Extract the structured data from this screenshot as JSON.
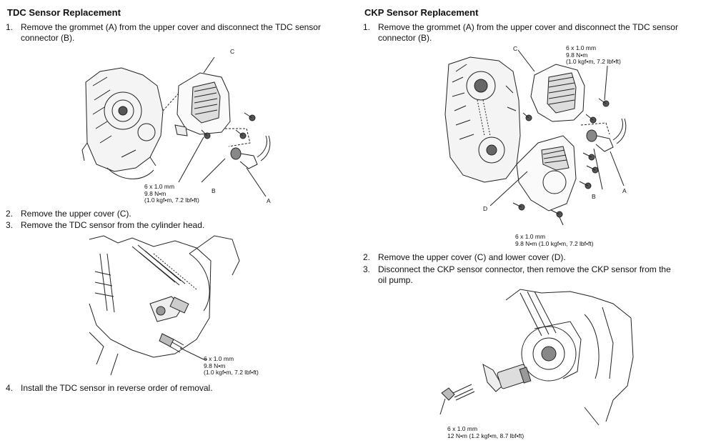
{
  "tdc": {
    "title": "TDC Sensor Replacement",
    "steps": [
      {
        "num": "1.",
        "line1": "Remove the grommet (A) from the upper cover and disconnect the TDC sensor",
        "line2": "connector (B)."
      },
      {
        "num": "2.",
        "line1": "Remove the upper cover (C)."
      },
      {
        "num": "3.",
        "line1": "Remove the TDC sensor from the cylinder head."
      },
      {
        "num": "4.",
        "line1": "Install the TDC sensor in reverse order of removal."
      }
    ],
    "figure1": {
      "label_c": "C",
      "label_b": "B",
      "label_a": "A",
      "torque": [
        "6 x 1.0 mm",
        "9.8 N•m",
        "(1.0 kgf•m, 7.2 lbf•ft)"
      ]
    },
    "figure2": {
      "torque": [
        "6 x 1.0 mm",
        "9.8 N•m",
        "(1.0 kgf•m, 7.2 lbf•ft)"
      ]
    }
  },
  "ckp": {
    "title": "CKP Sensor Replacement",
    "steps": [
      {
        "num": "1.",
        "line1": "Remove the grommet (A) from the upper cover and disconnect the TDC sensor",
        "line2": "connector (B)."
      },
      {
        "num": "2.",
        "line1": "Remove the upper cover (C) and lower cover (D)."
      },
      {
        "num": "3.",
        "line1": "Disconnect the CKP sensor connector, then remove the CKP sensor from the",
        "line2": "oil pump."
      }
    ],
    "figure1": {
      "label_c": "C",
      "label_d": "D",
      "label_b": "B",
      "label_a": "A",
      "torque_top": [
        "6 x 1.0 mm",
        "9.8 N•m",
        "(1.0 kgf•m, 7.2 lbf•ft)"
      ],
      "torque_bottom": [
        "6 x 1.0 mm",
        "9.8 N•m (1.0 kgf•m, 7.2 lbf•ft)"
      ]
    },
    "figure2": {
      "torque": [
        "6 x 1.0 mm",
        "12 N•m (1.2 kgf•m, 8.7 lbf•ft)"
      ]
    }
  }
}
